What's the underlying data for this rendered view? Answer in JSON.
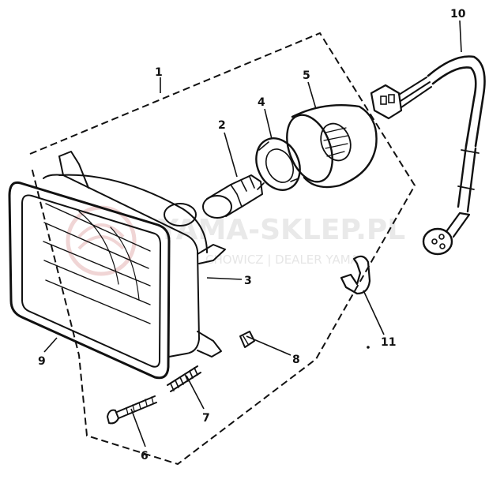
{
  "callouts": [
    {
      "id": "1",
      "label": "1"
    },
    {
      "id": "2",
      "label": "2"
    },
    {
      "id": "3",
      "label": "3"
    },
    {
      "id": "4",
      "label": "4"
    },
    {
      "id": "5",
      "label": "5"
    },
    {
      "id": "6",
      "label": "6"
    },
    {
      "id": "7",
      "label": "7"
    },
    {
      "id": "8",
      "label": "8"
    },
    {
      "id": "9",
      "label": "9"
    },
    {
      "id": "10",
      "label": "10"
    },
    {
      "id": "11",
      "label": "11"
    }
  ],
  "watermark": {
    "brand": "YAMA-SKLEP.PL",
    "sub": "CHOWICZ | DEALER YAMA",
    "color": "#e9e9e9"
  },
  "colors": {
    "ink": "#111111",
    "background": "#ffffff"
  }
}
